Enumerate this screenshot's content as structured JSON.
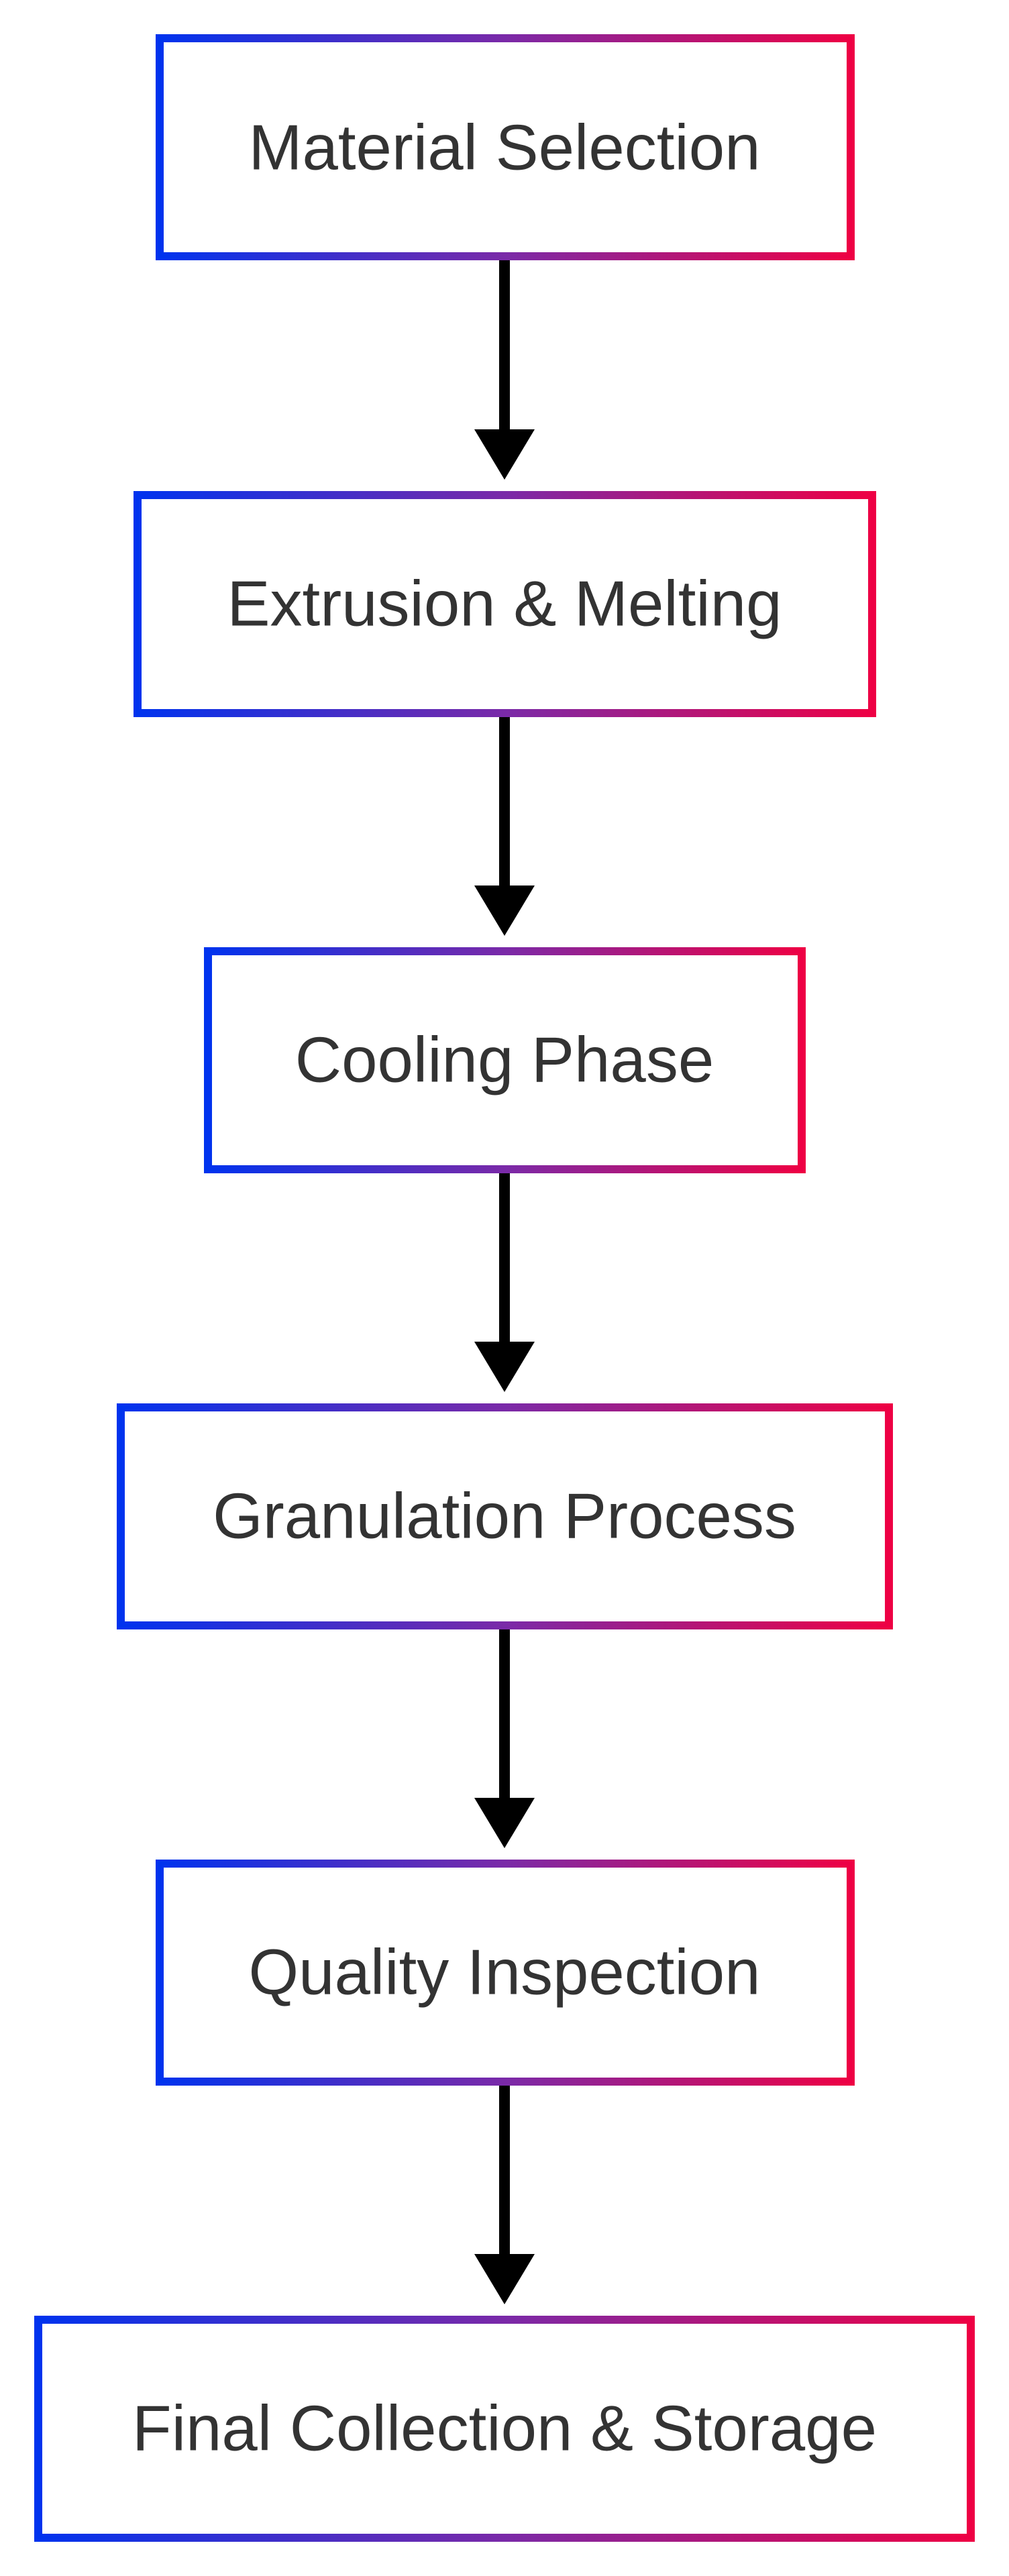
{
  "colors": {
    "gradient_start": "#0033ee",
    "gradient_mid": "#7a2aa8",
    "gradient_end": "#ee0044",
    "arrow": "#000000",
    "text": "#333333",
    "background": "#ffffff"
  },
  "nodes": [
    {
      "label": "Material Selection"
    },
    {
      "label": "Extrusion & Melting"
    },
    {
      "label": "Cooling Phase"
    },
    {
      "label": "Granulation Process"
    },
    {
      "label": "Quality Inspection"
    },
    {
      "label": "Final Collection & Storage"
    }
  ],
  "edges": [
    {
      "from": 0,
      "to": 1
    },
    {
      "from": 1,
      "to": 2
    },
    {
      "from": 2,
      "to": 3
    },
    {
      "from": 3,
      "to": 4
    },
    {
      "from": 4,
      "to": 5
    }
  ]
}
